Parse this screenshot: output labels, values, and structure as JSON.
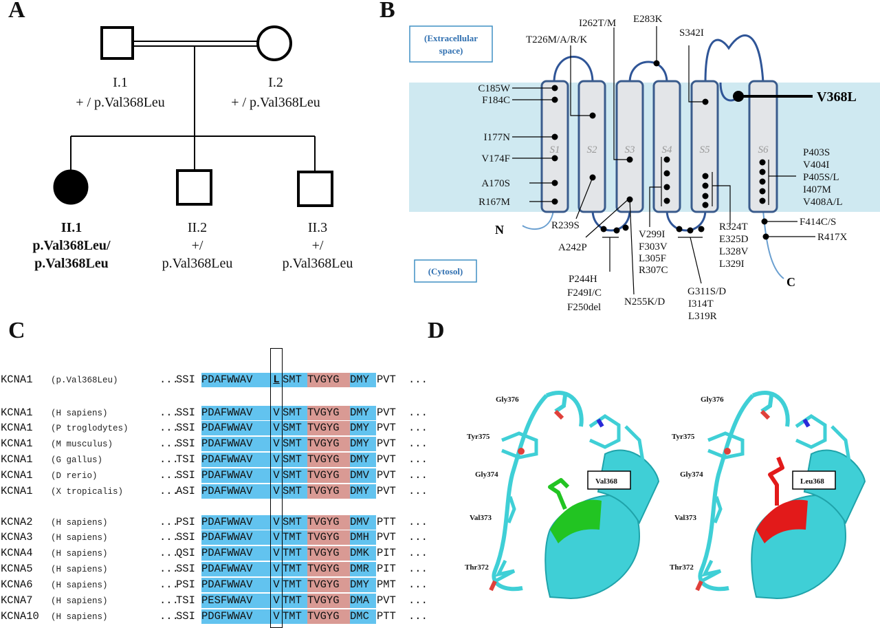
{
  "panels": {
    "a": "A",
    "b": "B",
    "c": "C",
    "d": "D"
  },
  "pedigree": {
    "i1": {
      "id": "I.1",
      "genotype": "+ / p.Val368Leu"
    },
    "i2": {
      "id": "I.2",
      "genotype": "+ / p.Val368Leu"
    },
    "ii1": {
      "id": "II.1",
      "genotype_line1": "p.Val368Leu/",
      "genotype_line2": "p.Val368Leu"
    },
    "ii2": {
      "id": "II.2",
      "genotype_line1": "+/",
      "genotype_line2": "p.Val368Leu"
    },
    "ii3": {
      "id": "II.3",
      "genotype_line1": "+/",
      "genotype_line2": "p.Val368Leu"
    }
  },
  "topology": {
    "extracellular_line1": "(Extracellular",
    "extracellular_line2": "space)",
    "cytosol": "(Cytosol)",
    "segments": [
      "S1",
      "S2",
      "S3",
      "S4",
      "S5",
      "S6"
    ],
    "n_label": "N",
    "c_label": "C",
    "highlight": "V368L",
    "mutations": {
      "c185w": "C185W",
      "f184c": "F184C",
      "i177n": "I177N",
      "v174f": "V174F",
      "a170s": "A170S",
      "r167m": "R167M",
      "t226m": "T226M/A/R/K",
      "i262t": "I262T/M",
      "e283k": "E283K",
      "s342i": "S342I",
      "r239s": "R239S",
      "a242p": "A242P",
      "p244h": "P244H",
      "f249i": "F249I/C",
      "f250del": "F250del",
      "n255k": "N255K/D",
      "v299i": "V299I",
      "f303v": "F303V",
      "l305f": "L305F",
      "r307c": "R307C",
      "g311s": "G311S/D",
      "i314t": "I314T",
      "l319r": "L319R",
      "r324t": "R324T",
      "e325d": "E325D",
      "l328v": "L328V",
      "l329i": "L329I",
      "p403s": "P403S",
      "v404i": "V404I",
      "p405s": "P405S/L",
      "i407m": "I407M",
      "v408a": "V408A/L",
      "f414c": "F414C/S",
      "r417x": "R417X"
    }
  },
  "alignment": {
    "rows": [
      {
        "gene": "KCNA1",
        "species": "(p.Val368Leu)",
        "pre": "SSI",
        "b1": "PDAFWWAV",
        "key": "L",
        "b2": "SMT",
        "red": "TVGYG",
        "b3": "DMY",
        "post": "PVT"
      },
      {
        "gene": "KCNA1",
        "species": "(H sapiens)",
        "pre": "SSI",
        "b1": "PDAFWWAV",
        "key": "V",
        "b2": "SMT",
        "red": "TVGYG",
        "b3": "DMY",
        "post": "PVT"
      },
      {
        "gene": "KCNA1",
        "species": "(P troglodytes)",
        "pre": "SSI",
        "b1": "PDAFWWAV",
        "key": "V",
        "b2": "SMT",
        "red": "TVGYG",
        "b3": "DMY",
        "post": "PVT"
      },
      {
        "gene": "KCNA1",
        "species": "(M musculus)",
        "pre": "SSI",
        "b1": "PDAFWWAV",
        "key": "V",
        "b2": "SMT",
        "red": "TVGYG",
        "b3": "DMY",
        "post": "PVT"
      },
      {
        "gene": "KCNA1",
        "species": "(G gallus)",
        "pre": "TSI",
        "b1": "PDAFWWAV",
        "key": "V",
        "b2": "SMT",
        "red": "TVGYG",
        "b3": "DMY",
        "post": "PVT"
      },
      {
        "gene": "KCNA1",
        "species": "(D rerio)",
        "pre": "SSI",
        "b1": "PDAFWWAV",
        "key": "V",
        "b2": "SMT",
        "red": "TVGYG",
        "b3": "DMV",
        "post": "PVT"
      },
      {
        "gene": "KCNA1",
        "species": "(X tropicalis)",
        "pre": "ASI",
        "b1": "PDAFWWAV",
        "key": "V",
        "b2": "SMT",
        "red": "TVGYG",
        "b3": "DMY",
        "post": "PVT"
      },
      {
        "gene": "KCNA2",
        "species": "(H sapiens)",
        "pre": "PSI",
        "b1": "PDAFWWAV",
        "key": "V",
        "b2": "SMT",
        "red": "TVGYG",
        "b3": "DMV",
        "post": "PTT"
      },
      {
        "gene": "KCNA3",
        "species": "(H sapiens)",
        "pre": "SSI",
        "b1": "PDAFWWAV",
        "key": "V",
        "b2": "TMT",
        "red": "TVGYG",
        "b3": "DMH",
        "post": "PVT"
      },
      {
        "gene": "KCNA4",
        "species": "(H sapiens)",
        "pre": "QSI",
        "b1": "PDAFWWAV",
        "key": "V",
        "b2": "TMT",
        "red": "TVGYG",
        "b3": "DMK",
        "post": "PIT"
      },
      {
        "gene": "KCNA5",
        "species": "(H sapiens)",
        "pre": "SSI",
        "b1": "PDAFWWAV",
        "key": "V",
        "b2": "TMT",
        "red": "TVGYG",
        "b3": "DMR",
        "post": "PIT"
      },
      {
        "gene": "KCNA6",
        "species": "(H sapiens)",
        "pre": "PSI",
        "b1": "PDAFWWAV",
        "key": "V",
        "b2": "TMT",
        "red": "TVGYG",
        "b3": "DMY",
        "post": "PMT"
      },
      {
        "gene": "KCNA7",
        "species": "(H sapiens)",
        "pre": "TSI",
        "b1": "PESFWWAV",
        "key": "V",
        "b2": "TMT",
        "red": "TVGYG",
        "b3": "DMA",
        "post": "PVT"
      },
      {
        "gene": "KCNA10",
        "species": "(H sapiens)",
        "pre": "SSI",
        "b1": "PDGFWWAV",
        "key": "V",
        "b2": "TMT",
        "red": "TVGYG",
        "b3": "DMC",
        "post": "PTT"
      }
    ],
    "ellipsis": "..."
  },
  "structure": {
    "left": {
      "gly376": "Gly376",
      "tyr375": "Tyr375",
      "gly374": "Gly374",
      "val373": "Val373",
      "thr372": "Thr372",
      "residue_box": "Val368"
    },
    "right": {
      "gly376": "Gly376",
      "tyr375": "Tyr375",
      "gly374": "Gly374",
      "val373": "Val373",
      "thr372": "Thr372",
      "residue_box": "Leu368"
    }
  },
  "colors": {
    "membrane": "#cfe9f1",
    "helix_outline": "#3a5b8c",
    "helix_fill": "#e3e5e8",
    "loop": "#2f5597",
    "cyto_tail": "#6a9fd0",
    "align_blue": "#62c3ef",
    "align_red": "#d99a94",
    "cartoon": "#3fcfd6",
    "wild_type": "#22c422",
    "mutant": "#e21a1a"
  }
}
